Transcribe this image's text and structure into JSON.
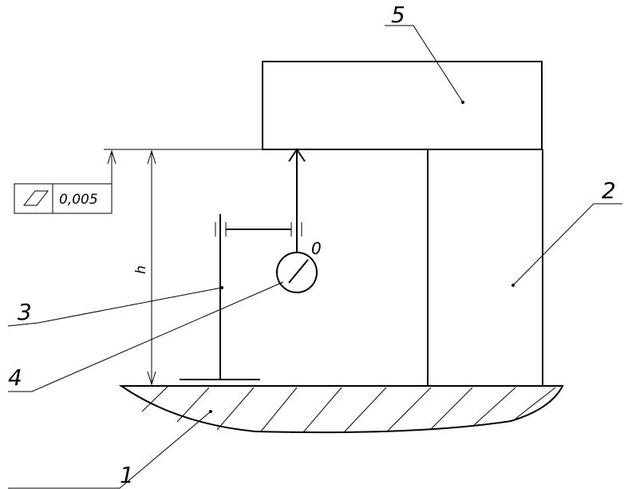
{
  "labels": {
    "part_1": "1",
    "part_2": "2",
    "part_3": "3",
    "part_4": "4",
    "part_5": "5",
    "height_dim": "h",
    "indicator_zero": "0"
  },
  "tolerance": {
    "value": "0,005",
    "symbol": "flatness-parallelogram-icon"
  },
  "colors": {
    "ink": "#000000",
    "paper": "#ffffff"
  }
}
